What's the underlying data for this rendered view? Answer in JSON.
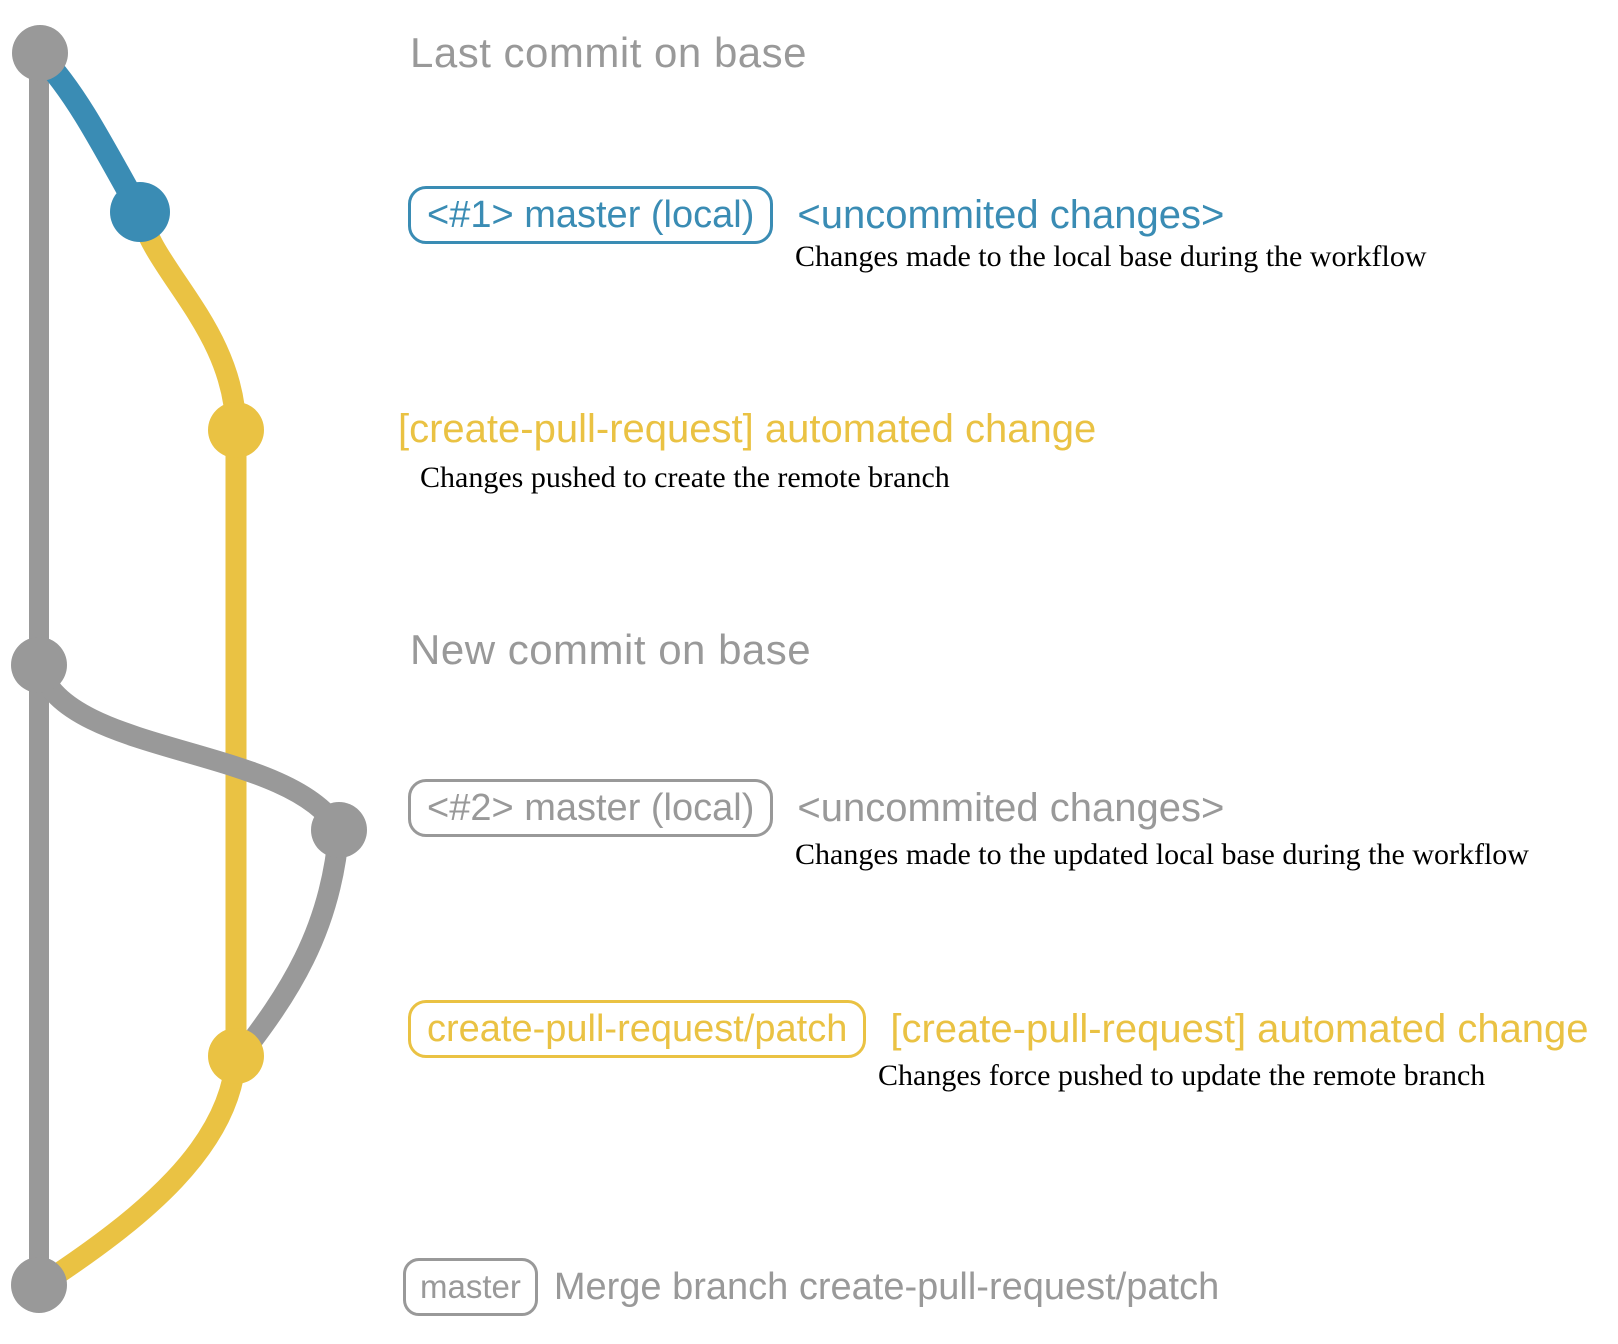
{
  "colors": {
    "gray": "#999999",
    "blue": "#3a8cb4",
    "yellow": "#eac243",
    "black": "#000000",
    "white": "#ffffff"
  },
  "graph": {
    "branches": [
      {
        "name": "base",
        "color": "gray"
      },
      {
        "name": "master-local",
        "color": "blue-then-gray"
      },
      {
        "name": "create-pull-request-patch",
        "color": "yellow"
      }
    ],
    "commits": [
      {
        "name": "last-commit-on-base",
        "branch": "base"
      },
      {
        "name": "uncommited-changes-1",
        "branch": "master-local"
      },
      {
        "name": "automated-change-1",
        "branch": "create-pull-request-patch"
      },
      {
        "name": "new-commit-on-base",
        "branch": "base"
      },
      {
        "name": "uncommited-changes-2",
        "branch": "master-local"
      },
      {
        "name": "automated-change-2",
        "branch": "create-pull-request-patch"
      },
      {
        "name": "merge-commit",
        "branch": "base"
      }
    ]
  },
  "annotations": {
    "row1": {
      "title": "Last commit on base"
    },
    "row2": {
      "badge": "<#1> master (local)",
      "message": "<uncommited changes>",
      "caption": "Changes made to the local base during the workflow"
    },
    "row3": {
      "message": "[create-pull-request] automated change",
      "caption": "Changes pushed to create the remote branch"
    },
    "row4": {
      "title": "New commit on base"
    },
    "row5": {
      "badge": "<#2> master (local)",
      "message": "<uncommited changes>",
      "caption": "Changes made to the updated local base during the workflow"
    },
    "row6": {
      "badge": "create-pull-request/patch",
      "message": "[create-pull-request] automated change",
      "caption": "Changes force pushed to update the remote branch"
    },
    "row7": {
      "badge": "master",
      "message": "Merge branch create-pull-request/patch"
    }
  }
}
